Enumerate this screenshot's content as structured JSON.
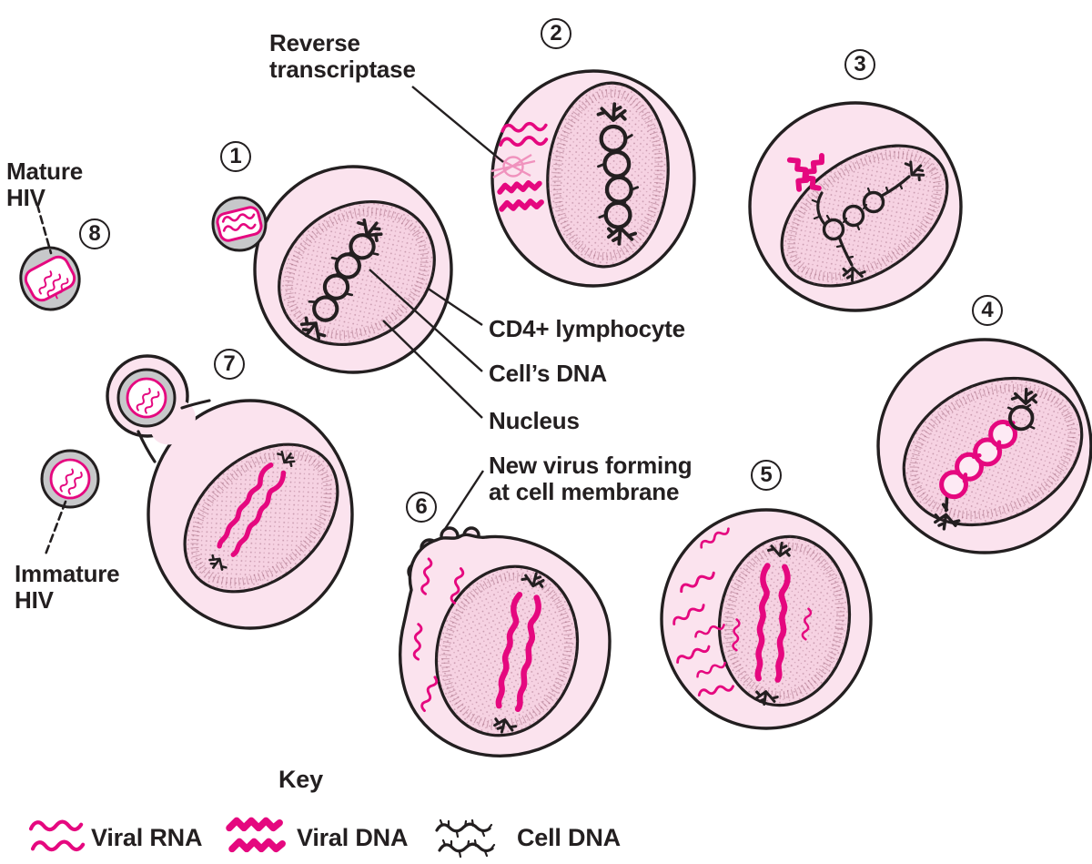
{
  "annotations": {
    "reverse_transcriptase": "Reverse\ntranscriptase",
    "mature_hiv": "Mature\nHIV",
    "immature_hiv": "Immature\nHIV",
    "cd4_lymphocyte": "CD4+ lymphocyte",
    "cells_dna": "Cell’s DNA",
    "nucleus": "Nucleus",
    "new_virus_forming": "New virus forming\nat cell membrane"
  },
  "step_numbers": [
    "1",
    "2",
    "3",
    "4",
    "5",
    "6",
    "7",
    "8"
  ],
  "key": {
    "title": "Key",
    "items": [
      {
        "id": "viral-rna",
        "label": "Viral RNA"
      },
      {
        "id": "viral-dna",
        "label": "Viral DNA"
      },
      {
        "id": "cell-dna",
        "label": "Cell DNA"
      }
    ]
  },
  "colors": {
    "viral_pink": "#e5087f",
    "cytoplasm_pink": "#fbe3ee",
    "nucleus_pink": "#f6d2e2",
    "virus_envelope_gray": "#c7c8ca",
    "outline_black": "#231f20",
    "background": "#ffffff"
  }
}
